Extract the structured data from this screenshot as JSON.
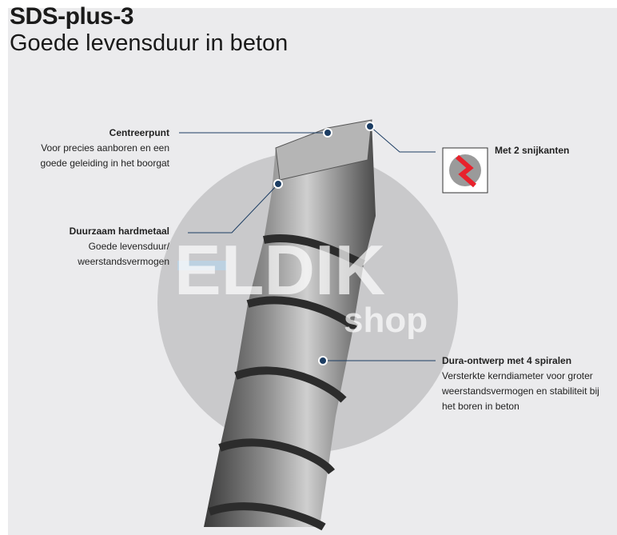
{
  "header": {
    "title": "SDS-plus-3",
    "subtitle": "Goede levensduur in beton"
  },
  "watermark": {
    "brand": "ELDIK",
    "suffix": "shop"
  },
  "callouts": [
    {
      "title": "Centreerpunt",
      "text": [
        "Voor precies aanboren en een",
        "goede geleiding in het boorgat"
      ]
    },
    {
      "title": "Duurzaam hardmetaal",
      "text": [
        "Goede levensduur/",
        "weerstandsvermogen"
      ]
    },
    {
      "title": "Met 2 snijkanten",
      "text": []
    },
    {
      "title": "Dura-ontwerp met 4 spiralen",
      "text": [
        "Versterkte kerndiameter voor groter",
        "weerstandsvermogen en stabiliteit bij",
        "het boren in beton"
      ]
    }
  ],
  "colors": {
    "background": "#ebebed",
    "dot": "#1c3d63",
    "cutter": "#e8222c"
  }
}
